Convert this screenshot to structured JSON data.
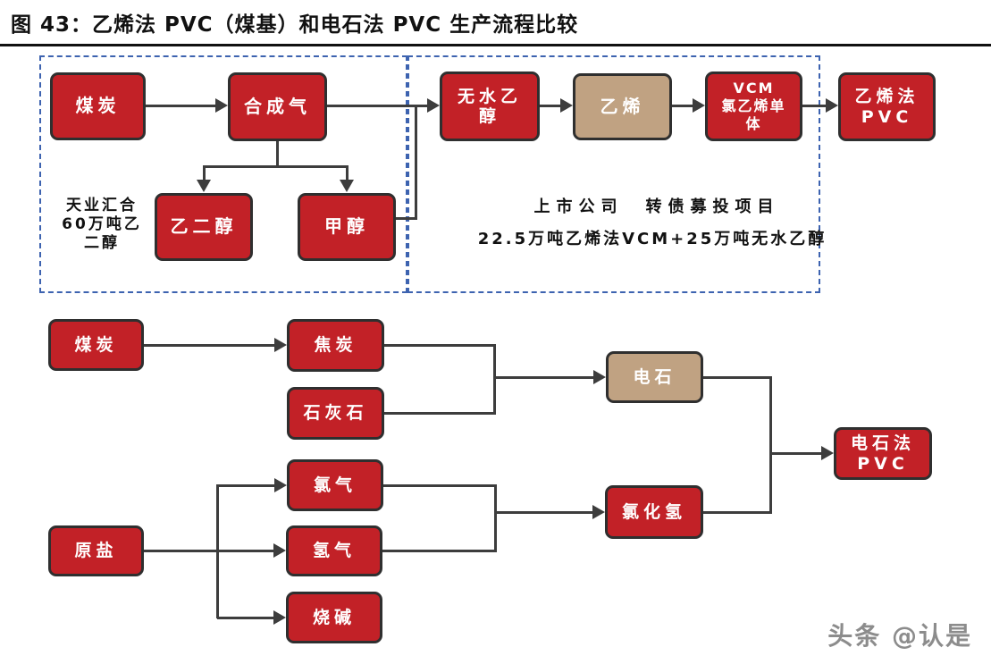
{
  "title": "图 43：乙烯法 PVC（煤基）和电石法 PVC 生产流程比较",
  "colors": {
    "box_red": "#c22127",
    "box_tan": "#c0a282",
    "box_border": "#2f2f2f",
    "line": "#3d3d3d",
    "dashed_border": "#3d63b0",
    "title_text": "#111111",
    "watermark_text": "#8c8c8c"
  },
  "ethylene_route": {
    "coal": "煤炭",
    "syngas": "合成气",
    "ethylene_glycol": "乙二醇",
    "methanol": "甲醇",
    "anhydrous_ethanol": "无水乙\n醇",
    "ethylene": "乙烯",
    "vcm": "VCM\n氯乙烯单\n体",
    "ethylene_pvc": "乙烯法\nPVC",
    "note_left": "天业汇合\n60万吨乙\n二醇",
    "note_right_line1": "上市公司　转债募投项目",
    "note_right_line2": "22.5万吨乙烯法VCM+25万吨无水乙醇"
  },
  "carbide_route": {
    "coal": "煤炭",
    "coke": "焦炭",
    "limestone": "石灰石",
    "carbide": "电石",
    "chlorine": "氯气",
    "hydrogen": "氢气",
    "caustic_soda": "烧碱",
    "raw_salt": "原盐",
    "hcl": "氯化氢",
    "carbide_pvc": "电石法\nPVC"
  },
  "watermark": "头条 @认是"
}
